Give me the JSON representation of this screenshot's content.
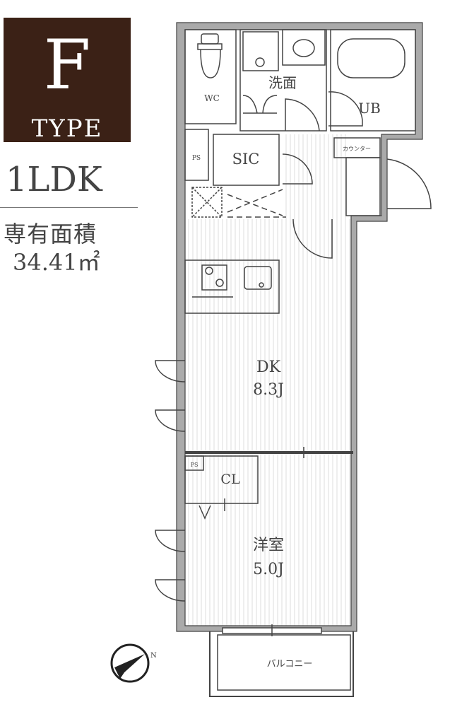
{
  "type_badge": {
    "letter": "F",
    "label": "TYPE",
    "bg_color": "#3b2116"
  },
  "layout": "1LDK",
  "area_label": "専有面積",
  "area_value": "34.41㎡",
  "rooms": {
    "wc": "WC",
    "washroom": "洗面",
    "ub": "UB",
    "ps_top": "PS",
    "sic": "SIC",
    "counter": "カウンター",
    "dk_name": "DK",
    "dk_size": "8.3J",
    "ps_small": "PS",
    "cl": "CL",
    "bedroom_name": "洋室",
    "bedroom_size": "5.0J",
    "balcony": "バルコニー"
  },
  "compass": {
    "label": "N"
  }
}
